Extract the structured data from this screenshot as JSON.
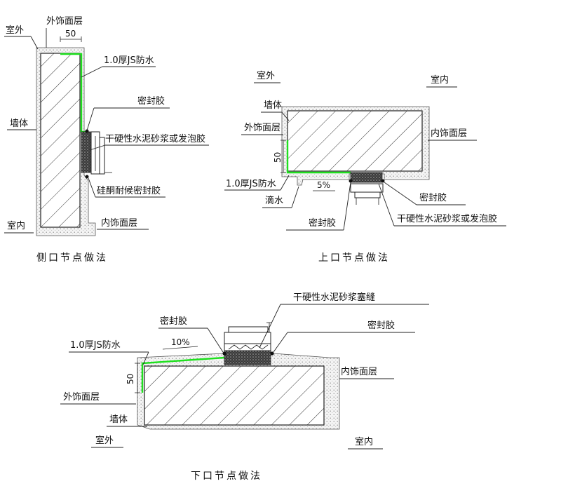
{
  "side_detail": {
    "caption": "侧口节点做法",
    "labels": {
      "outdoor": "室外",
      "outer_finish": "外饰面层",
      "dim_50": "50",
      "js_waterproof": "1.0厚JS防水",
      "sealant": "密封胶",
      "wall": "墙体",
      "mortar_or_foam": "干硬性水泥砂浆或发泡胶",
      "silicone_sealant": "硅酮耐候密封胶",
      "indoor": "室内",
      "inner_finish": "内饰面层"
    }
  },
  "top_detail": {
    "caption": "上口节点做法",
    "labels": {
      "outdoor": "室外",
      "indoor": "室内",
      "wall": "墙体",
      "outer_finish": "外饰面层",
      "inner_finish": "内饰面层",
      "dim_50": "50",
      "js_waterproof": "1.0厚JS防水",
      "drip": "滴水",
      "slope": "5%",
      "sealant_right": "密封胶",
      "sealant_left": "密封胶",
      "mortar_or_foam": "干硬性水泥砂浆或发泡胶"
    }
  },
  "bottom_detail": {
    "caption": "下口节点做法",
    "labels": {
      "mortar_fill": "干硬性水泥砂浆塞缝",
      "sealant_left": "密封胶",
      "sealant_right": "密封胶",
      "js_waterproof": "1.0厚JS防水",
      "slope": "10%",
      "inner_finish": "内饰面层",
      "dim_50": "50",
      "outer_finish": "外饰面层",
      "wall": "墙体",
      "outdoor": "室外",
      "indoor": "室内"
    }
  },
  "colors": {
    "waterproof_line": "#1fe01f",
    "line": "#222222"
  }
}
